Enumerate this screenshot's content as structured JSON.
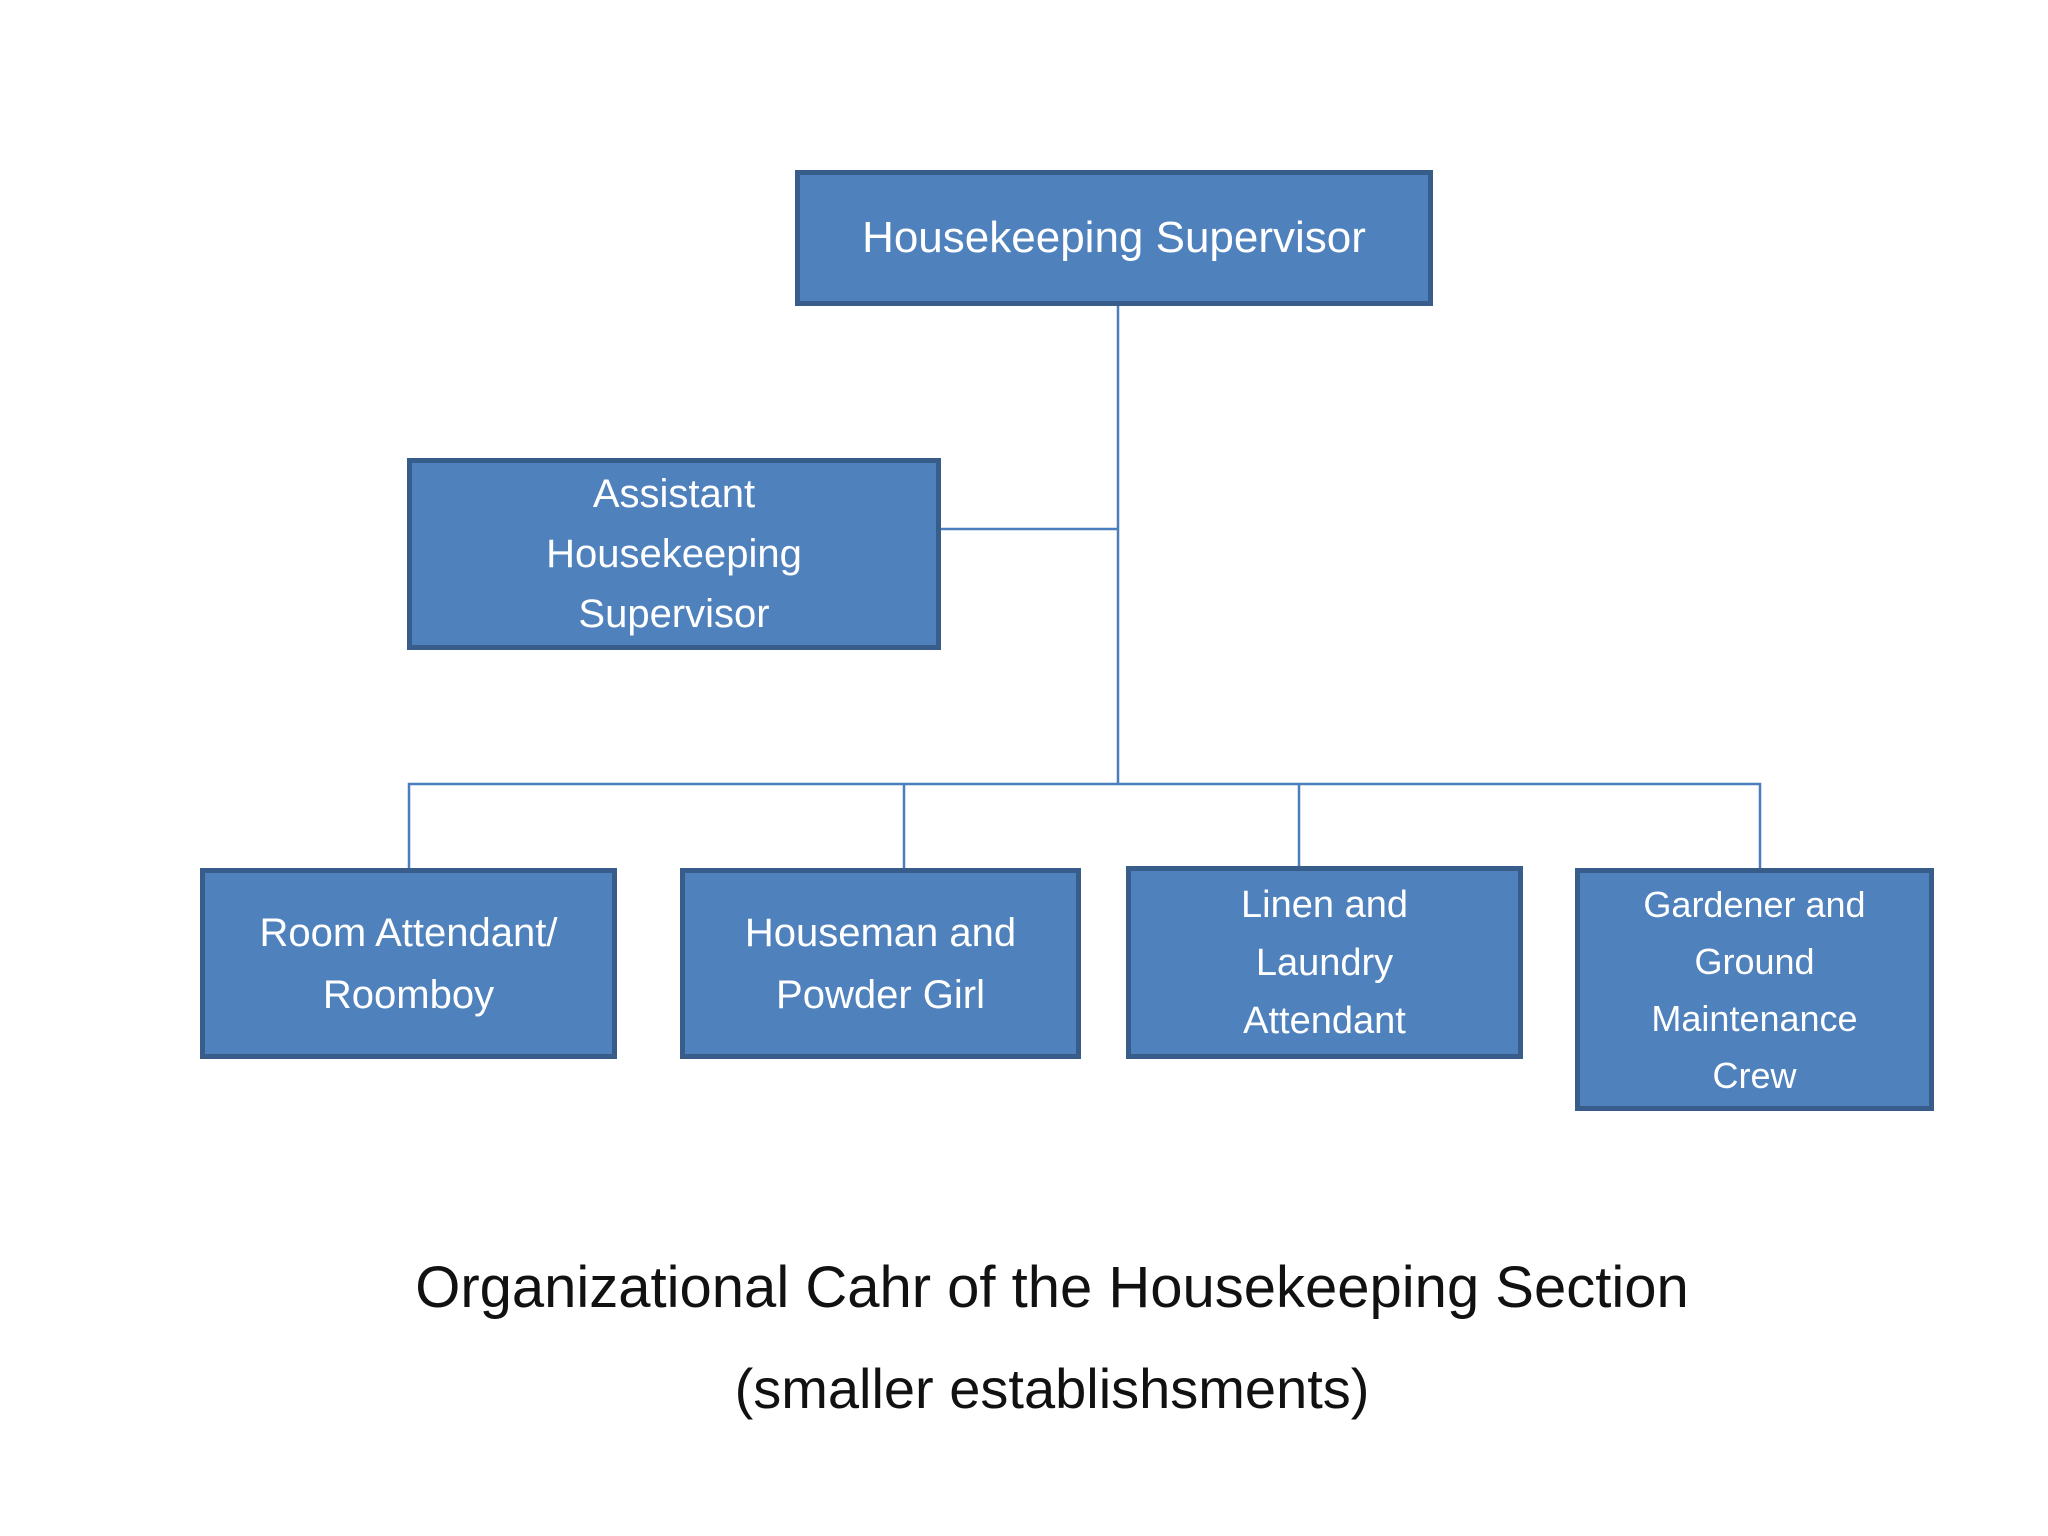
{
  "diagram": {
    "type": "org-chart",
    "nodes": [
      {
        "id": "housekeeping-supervisor",
        "label": "Housekeeping Supervisor",
        "level": 1
      },
      {
        "id": "assistant-housekeeping-supervisor",
        "label": "Assistant\nHousekeeping\nSupervisor",
        "level": 2
      },
      {
        "id": "room-attendant-roomboy",
        "label": "Room Attendant/\nRoomboy",
        "level": 3
      },
      {
        "id": "houseman-powder-girl",
        "label": "Houseman and\nPowder Girl",
        "level": 3
      },
      {
        "id": "linen-laundry-attendant",
        "label": "Linen and\nLaundry\nAttendant",
        "level": 3
      },
      {
        "id": "gardener-ground-maintenance-crew",
        "label": "Gardener and\nGround\nMaintenance\nCrew",
        "level": 3
      }
    ],
    "edges": [
      {
        "from": "housekeeping-supervisor",
        "to": "assistant-housekeeping-supervisor"
      },
      {
        "from": "housekeeping-supervisor",
        "to": "room-attendant-roomboy"
      },
      {
        "from": "housekeeping-supervisor",
        "to": "houseman-powder-girl"
      },
      {
        "from": "housekeeping-supervisor",
        "to": "linen-laundry-attendant"
      },
      {
        "from": "housekeeping-supervisor",
        "to": "gardener-ground-maintenance-crew"
      }
    ],
    "colors": {
      "node_fill": "#4f81bd",
      "node_border": "#385d8a",
      "connector": "#4a7ebd",
      "node_text": "#ffffff",
      "caption_text": "#111111",
      "page_bg": "#ffffff"
    }
  },
  "caption": {
    "line1": "Organizational Cahr of the Housekeeping Section",
    "line2": "(smaller establishsments)"
  }
}
